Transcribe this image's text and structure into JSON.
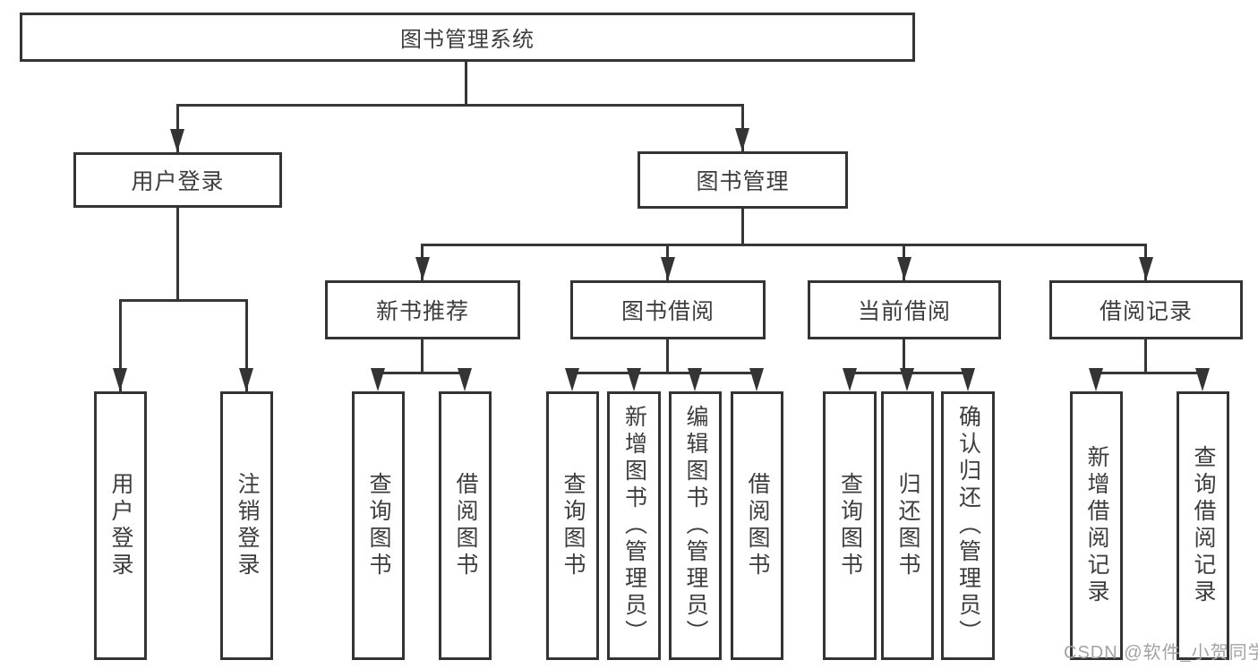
{
  "diagram": {
    "title": "图书管理系统",
    "watermark": "CSDN @软件_小贺同学",
    "colors": {
      "line": "#343434",
      "text": "#3d3d3d",
      "watermark": "#a3a3a3",
      "background": "#ffffff"
    },
    "nodes": {
      "root": "图书管理系统",
      "user_login": "用户登录",
      "book_mgmt": "图书管理",
      "new_book_rec": "新书推荐",
      "book_borrow": "图书借阅",
      "current_borrow": "当前借阅",
      "borrow_records": "借阅记录",
      "leaf_user_login": "用户登录",
      "leaf_logout": "注销登录",
      "leaf_query_book_rec": "查询图书",
      "leaf_borrow_book_rec": "借阅图书",
      "leaf_query_book_borrow": "查询图书",
      "leaf_add_book": "新增图书（管理员）",
      "leaf_edit_book": "编辑图书（管理员）",
      "leaf_borrow_book_borrow": "借阅图书",
      "leaf_query_book_current": "查询图书",
      "leaf_return_book": "归还图书",
      "leaf_confirm_return": "确认归还（管理员）",
      "leaf_add_borrow_record": "新增借阅记录",
      "leaf_query_borrow_record": "查询借阅记录"
    },
    "hierarchy": {
      "root": [
        "user_login",
        "book_mgmt"
      ],
      "user_login": [
        "leaf_user_login",
        "leaf_logout"
      ],
      "book_mgmt": [
        "new_book_rec",
        "book_borrow",
        "current_borrow",
        "borrow_records"
      ],
      "new_book_rec": [
        "leaf_query_book_rec",
        "leaf_borrow_book_rec"
      ],
      "book_borrow": [
        "leaf_query_book_borrow",
        "leaf_add_book",
        "leaf_edit_book",
        "leaf_borrow_book_borrow"
      ],
      "current_borrow": [
        "leaf_query_book_current",
        "leaf_return_book",
        "leaf_confirm_return"
      ],
      "borrow_records": [
        "leaf_add_borrow_record",
        "leaf_query_borrow_record"
      ]
    }
  }
}
